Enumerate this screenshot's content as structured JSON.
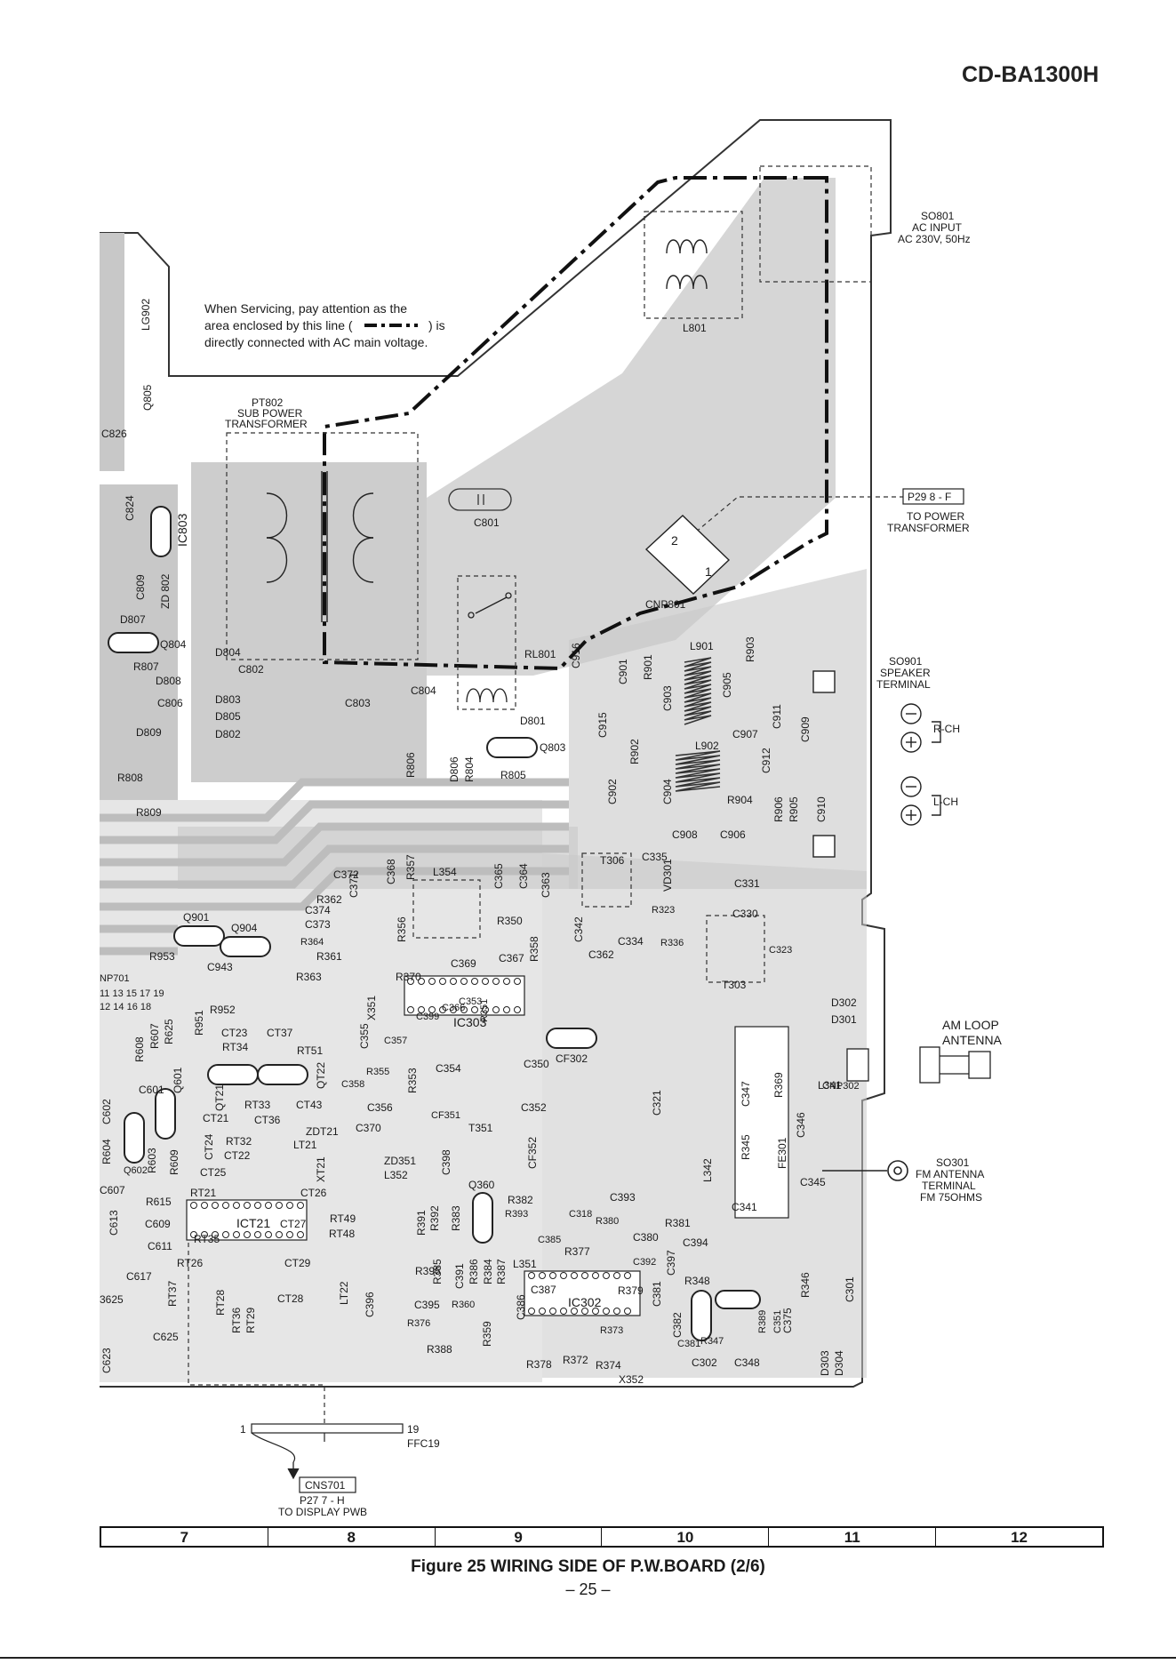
{
  "header": {
    "model": "CD-BA1300H"
  },
  "warning": {
    "line1": "When Servicing, pay attention as the",
    "line2": "area enclosed by this line (",
    "line2b": ") is",
    "line3": "directly connected with AC main voltage."
  },
  "connectors": {
    "so801": {
      "ref": "SO801",
      "desc1": "AC INPUT",
      "desc2": "AC 230V, 50Hz"
    },
    "p29": {
      "ref": "P29  8 - F",
      "desc1": "TO POWER",
      "desc2": "TRANSFORMER"
    },
    "so901": {
      "ref": "SO901",
      "desc1": "SPEAKER",
      "desc2": "TERMINAL",
      "rch": "R-CH",
      "lch": "L-CH"
    },
    "am": {
      "desc1": "AM LOOP",
      "desc2": "ANTENNA"
    },
    "so301": {
      "ref": "SO301",
      "desc1": "FM ANTENNA",
      "desc2": "TERMINAL",
      "desc3": "FM 75OHMS"
    },
    "ffc": {
      "ref": "FFC19",
      "pin_first": "1",
      "pin_last": "19"
    },
    "cns701": {
      "ref": "CNS701",
      "page": "P27  7 - H",
      "desc": "TO DISPLAY PWB"
    },
    "cnp801": {
      "ref": "CNP801",
      "pin1": "1",
      "pin2": "2"
    },
    "cnp302": {
      "ref": "CNP302"
    }
  },
  "parts": {
    "pt802": {
      "ref": "PT802",
      "desc1": "SUB POWER",
      "desc2": "TRANSFORMER"
    },
    "l801": "L801",
    "c801": "C801",
    "rl801": "RL801",
    "c802": "C802",
    "c803": "C803",
    "c804": "C804",
    "d801": "D801",
    "q803": "Q803",
    "r804": "R804",
    "r805": "R805",
    "r806": "R806",
    "d806": "D806",
    "d802": "D802",
    "d803": "D803",
    "d804": "D804",
    "d805": "D805",
    "d807": "D807",
    "d808": "D808",
    "d809": "D809",
    "ic803": "IC803",
    "zd802": "ZD 802",
    "c809": "C809",
    "c824": "C824",
    "c806": "C806",
    "r807": "R807",
    "q804": "Q804",
    "q805": "Q805",
    "c826": "C826",
    "lg902": "LG902",
    "l901": "L901",
    "l902": "L902",
    "r901": "R901",
    "r902": "R902",
    "r903": "R903",
    "r904": "R904",
    "r905": "R905",
    "r906": "R906",
    "c901": "C901",
    "c902": "C902",
    "c903": "C903",
    "c904": "C904",
    "c905": "C905",
    "c906": "C906",
    "c907": "C907",
    "c908": "C908",
    "c909": "C909",
    "c910": "C910",
    "c911": "C911",
    "c912": "C912",
    "c915": "C915",
    "c916": "C916",
    "r808": "R808",
    "r809": "R809",
    "q901": "Q901",
    "q904": "Q904",
    "r953": "R953",
    "c943": "C943",
    "r952": "R952",
    "r951": "R951",
    "t306": "T306",
    "t303": "T303",
    "vd301": "VD301",
    "c335": "C335",
    "c331": "C331",
    "c330": "C330",
    "c323": "C323",
    "r323": "R323",
    "r336": "R336",
    "c334": "C334",
    "c362": "C362",
    "l354": "L354",
    "c372": "C372",
    "c374": "C374",
    "c373": "C373",
    "r362": "R362",
    "r364": "R364",
    "r361": "R361",
    "r363": "R363",
    "c371": "C371",
    "r370": "R370",
    "c369": "C369",
    "c367": "C367",
    "r350": "R350",
    "r358": "R358",
    "c365": "C365",
    "c364": "C364",
    "c363": "C363",
    "c368": "C368",
    "r357": "R357",
    "r356": "R356",
    "c342": "C342",
    "ic303": "IC303",
    "x351": "X351",
    "c399": "C399",
    "c366": "C366",
    "c353": "C353",
    "r351": "R351",
    "r355": "R355",
    "c357": "C357",
    "c355": "C355",
    "c358": "C358",
    "r353": "R353",
    "c354": "C354",
    "c350": "C350",
    "c352": "C352",
    "cf302": "CF302",
    "c356": "C356",
    "cf351": "CF351",
    "c370": "C370",
    "t351": "T351",
    "cf352": "CF352",
    "zd351": "ZD351",
    "l352": "L352",
    "c398": "C398",
    "c321": "C321",
    "c347": "C347",
    "r369": "R369",
    "l341": "L341",
    "d301": "D301",
    "d302": "D302",
    "c346": "C346",
    "r345": "R345",
    "fe301": "FE301",
    "l342": "L342",
    "c341": "C341",
    "c345": "C345",
    "q360": "Q360",
    "r382": "R382",
    "r393": "R393",
    "c318": "C318",
    "r380": "R380",
    "c393": "C393",
    "c385": "C385",
    "r381": "R381",
    "c380": "C380",
    "c394": "C394",
    "r377": "R377",
    "c392": "C392",
    "c397": "C397",
    "r391": "R391",
    "r392": "R392",
    "r383": "R383",
    "r395": "R395",
    "r385": "R385",
    "r386": "R386",
    "r384": "R384",
    "r387": "R387",
    "c391": "C391",
    "l351": "L351",
    "c387": "C387",
    "ic302": "IC302",
    "r379": "R379",
    "c381": "C381",
    "r348": "R348",
    "c382": "C382",
    "r346": "R346",
    "c301": "C301",
    "c375": "C375",
    "r389": "R389",
    "c351": "C351",
    "r347": "R347",
    "c381b": "C381",
    "c302": "C302",
    "c348": "C348",
    "d303": "D303",
    "d304": "D304",
    "x352": "X352",
    "r374": "R374",
    "r372": "R372",
    "r378": "R378",
    "r373": "R373",
    "c386": "C386",
    "r359": "R359",
    "r360": "R360",
    "c396": "C396",
    "c395": "C395",
    "r376": "R376",
    "r388": "R388",
    "ict21": "ICT21",
    "rt21": "RT21",
    "rt35": "RT35",
    "rt26": "RT26",
    "ct27": "CT27",
    "ct26": "CT26",
    "rt49": "RT49",
    "rt48": "RT48",
    "ct29": "CT29",
    "lt22": "LT22",
    "ct28": "CT28",
    "rt28": "RT28",
    "rt36": "RT36",
    "rt29": "RT29",
    "rt37": "RT37",
    "ct25": "CT25",
    "ct22": "CT22",
    "xt21": "XT21",
    "rt32": "RT32",
    "ct24": "CT24",
    "ct21": "CT21",
    "zdt21": "ZDT21",
    "lt21": "LT21",
    "ct36": "CT36",
    "ct43": "CT43",
    "rt33": "RT33",
    "qt21": "QT21",
    "qt22": "QT22",
    "rt51": "RT51",
    "rt34": "RT34",
    "ct23": "CT23",
    "ct37": "CT37",
    "q601": "Q601",
    "q602": "Q602",
    "r608": "R608",
    "r607": "R607",
    "r625": "R625",
    "c601": "C601",
    "c602": "C602",
    "r604": "R604",
    "r603": "R603",
    "r609": "R609",
    "c607": "C607",
    "r615": "R615",
    "c613": "C613",
    "c609": "C609",
    "c611": "C611",
    "c617": "C617",
    "c625": "C625",
    "c623": "C623",
    "c3625": "3625",
    "cnp701": "NP701",
    "pin_row1": "11 13 15 17 19",
    "pin_row2": "12 14 16 18"
  },
  "grid": {
    "cols": [
      "7",
      "8",
      "9",
      "10",
      "11",
      "12"
    ]
  },
  "footer": {
    "caption": "Figure 25 WIRING SIDE OF P.W.BOARD (2/6)",
    "page": "– 25 –"
  },
  "colors": {
    "copper": "#c8c8c8",
    "ink": "#1a1a1a",
    "bg": "#ffffff"
  }
}
